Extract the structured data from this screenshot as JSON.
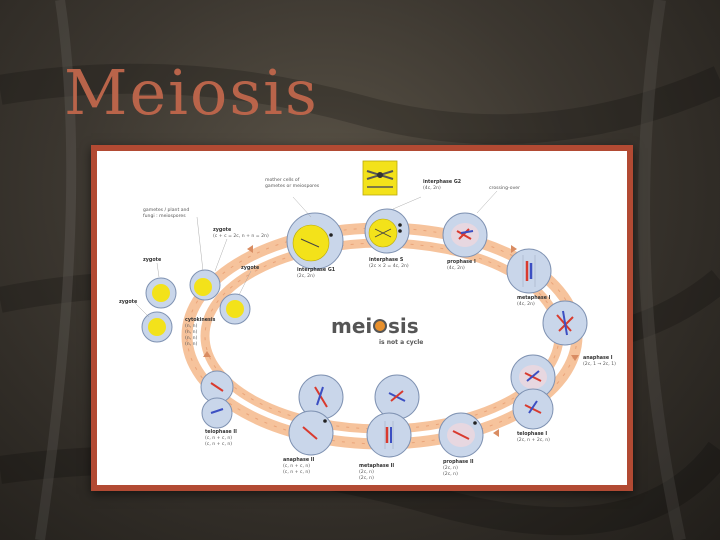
{
  "slide": {
    "title": "Meiosis"
  },
  "diagram": {
    "center_title_part1": "mei",
    "center_title_part2": "sis",
    "center_subtitle": "is not a cycle",
    "labels": {
      "mother_cells": [
        "mother cells of",
        "gametes or meiospores"
      ],
      "gametes": [
        "gametes / plant and",
        "fungi : meiospores"
      ],
      "zygote_top": "zygote",
      "zygote_left": "zygote",
      "cytokinesis": [
        "cytokinesis",
        "(n, n)",
        "(n, n)",
        "(n, n)",
        "(n, n)"
      ],
      "zygote_cell": [
        "zygote",
        "(c + c = 2c, n + n = 2n)"
      ],
      "zygote_small": "zygote",
      "interphase_g1": [
        "interphase G1",
        "(2c, 2n)"
      ],
      "interphase_s": [
        "interphase S",
        "(2c × 2 = 4c, 2n)"
      ],
      "interphase_g2": [
        "interphase G2",
        "(4c, 2n)"
      ],
      "crossing_over": "crossing-over",
      "prophase_1": [
        "prophase I",
        "(4c, 2n)"
      ],
      "metaphase_1": [
        "metaphase I",
        "(4c, 2n)"
      ],
      "anaphase_1": [
        "anaphase I",
        "(2c, 1 → 2c, 1)"
      ],
      "telophase_1": [
        "telophase I",
        "(2c, n + 2c, n)"
      ],
      "prophase_2": [
        "prophase II",
        "(2c, n)",
        "(2c, n)"
      ],
      "metaphase_2": [
        "metaphase II",
        "(2c, n)",
        "(2c, n)"
      ],
      "anaphase_2": [
        "anaphase II",
        "(c, n + c, n)",
        "(c, n + c, n)"
      ],
      "telophase_2": [
        "telophase II",
        "(c, n + c, n)",
        "(c, n + c, n)"
      ]
    }
  },
  "colors": {
    "title": "#b9644a",
    "frame": "#b24a33",
    "band": "#f6c39c",
    "arrow": "#d98c62",
    "cell_fill": "#c9d6ea",
    "cell_stroke": "#7f92b2",
    "nucleus_yellow": "#f3e21a",
    "chrom_red": "#d93a2e",
    "chrom_blue": "#3c4fc2",
    "center_text": "#555555",
    "center_dot": "#e8902c"
  }
}
